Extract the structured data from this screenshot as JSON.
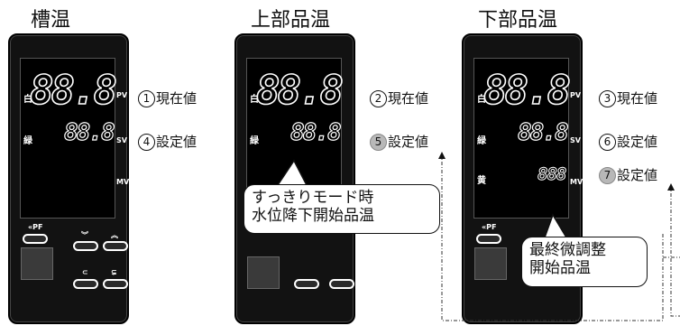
{
  "titles": [
    "槽温",
    "上部品温",
    "下部品温"
  ],
  "display": {
    "big_value": "88.8",
    "small_value": "88.8",
    "tiny_value": "888",
    "white_label": "白",
    "green_label": "緑",
    "yellow_label": "黄",
    "pv": "PV",
    "sv": "SV",
    "mv": "MV"
  },
  "buttons": {
    "pf": "«PF",
    "down": "︾",
    "up": "︽",
    "loop1": "⊂",
    "loop2": "⊊"
  },
  "labels": {
    "c1": {
      "num": "1",
      "text": "現在値"
    },
    "c4": {
      "num": "4",
      "text": "設定値"
    },
    "c2": {
      "num": "2",
      "text": "現在値"
    },
    "c5": {
      "num": "5",
      "text": "設定値"
    },
    "c3": {
      "num": "3",
      "text": "現在値"
    },
    "c6": {
      "num": "6",
      "text": "設定値"
    },
    "c7": {
      "num": "7",
      "text": "設定値"
    }
  },
  "callouts": {
    "sukkiri_line1": "すっきりモード時",
    "sukkiri_line2": "水位降下開始品温",
    "final_line1": "最終微調整",
    "final_line2": "開始品温"
  }
}
